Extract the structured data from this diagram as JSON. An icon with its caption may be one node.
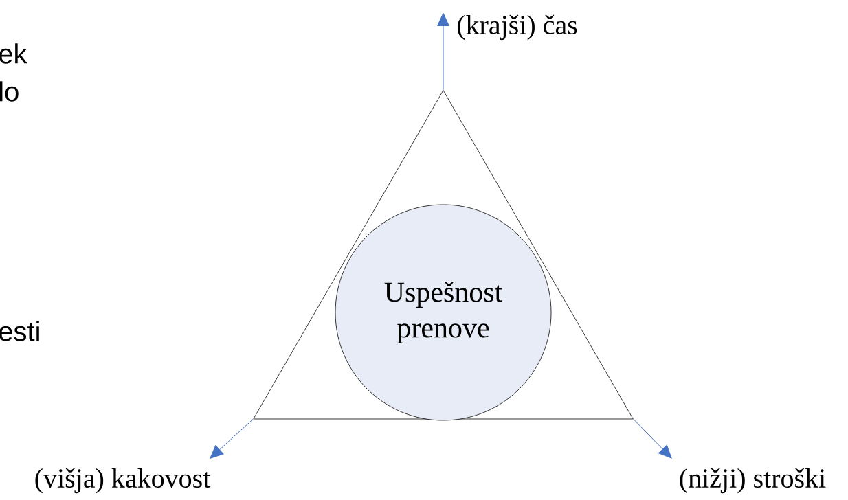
{
  "diagram": {
    "nodes": [
      {
        "text": [],
        "shape": "triangle"
      },
      {
        "text": [
          "Uspešnost prenove"
        ],
        "in": 0
      },
      {
        "text": [
          "(krajši) čas"
        ]
      },
      {
        "text": [
          "(višja) kakovost"
        ]
      },
      {
        "text": [
          "(nižji) stroški"
        ]
      }
    ],
    "edges": [
      {
        "from": 0,
        "to": 2,
        "arrow": "to",
        "color": "#4472c4"
      },
      {
        "from": 0,
        "to": 3,
        "arrow": "to",
        "color": "#4472c4"
      },
      {
        "from": 0,
        "to": 4,
        "arrow": "to",
        "color": "#4472c4"
      }
    ],
    "labels": [
      "ek",
      "lo",
      "esti"
    ]
  }
}
